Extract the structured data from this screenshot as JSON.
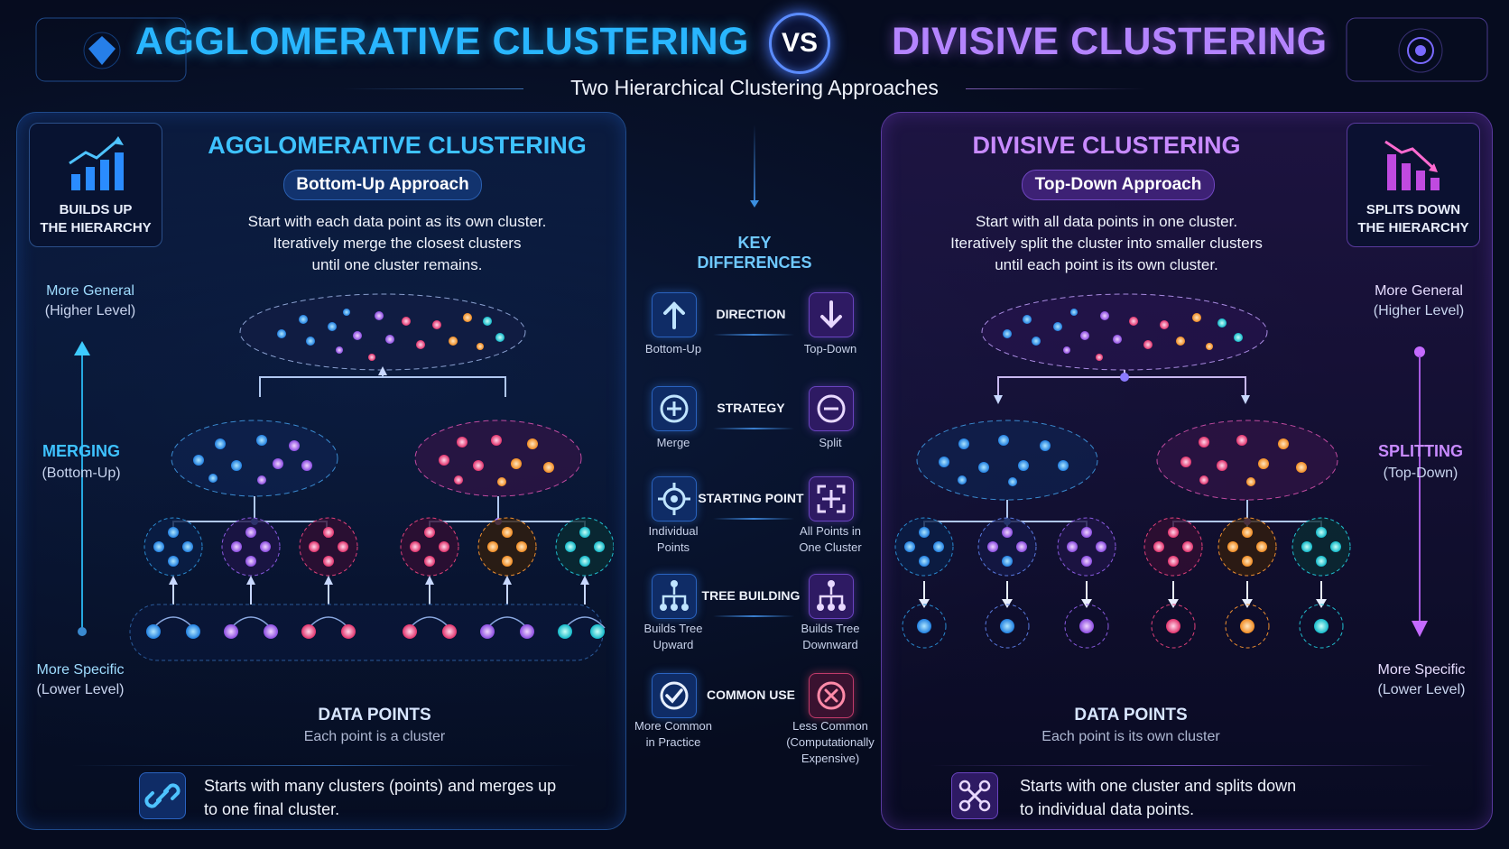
{
  "header": {
    "title_left": "AGGLOMERATIVE CLUSTERING",
    "vs": "VS",
    "title_right": "DIVISIVE CLUSTERING",
    "subtitle": "Two Hierarchical Clustering Approaches"
  },
  "left": {
    "badge_label_1": "BUILDS UP",
    "badge_label_2": "THE HIERARCHY",
    "title": "AGGLOMERATIVE CLUSTERING",
    "approach": "Bottom-Up Approach",
    "desc_1": "Start with each data point as its own cluster.",
    "desc_2": "Iteratively merge the closest clusters",
    "desc_3": "until one cluster remains.",
    "top_1": "More General",
    "top_2": "(Higher Level)",
    "mid_1": "MERGING",
    "mid_2": "(Bottom-Up)",
    "bot_1": "More Specific",
    "bot_2": "(Lower Level)",
    "dp_title": "DATA POINTS",
    "dp_sub": "Each point is a cluster",
    "summary_1": "Starts with many clusters (points) and merges up",
    "summary_2": "to one final cluster.",
    "accent": "#29b6ff"
  },
  "right": {
    "badge_label_1": "SPLITS DOWN",
    "badge_label_2": "THE HIERARCHY",
    "title": "DIVISIVE CLUSTERING",
    "approach": "Top-Down Approach",
    "desc_1": "Start with all data points in one cluster.",
    "desc_2": "Iteratively split the cluster into smaller clusters",
    "desc_3": "until each point is its own cluster.",
    "top_1": "More General",
    "top_2": "(Higher Level)",
    "mid_1": "SPLITTING",
    "mid_2": "(Top-Down)",
    "bot_1": "More Specific",
    "bot_2": "(Lower Level)",
    "dp_title": "DATA POINTS",
    "dp_sub": "Each point is its own cluster",
    "summary_1": "Starts with one cluster and splits down",
    "summary_2": "to individual data points.",
    "accent": "#b484ff"
  },
  "key": {
    "title_1": "KEY",
    "title_2": "DIFFERENCES",
    "rows": [
      {
        "label": "DIRECTION",
        "left": "Bottom-Up",
        "left_2": "",
        "right": "Top-Down",
        "right_2": "",
        "right_3": "",
        "left_icon": "arrow-up-icon",
        "right_icon": "arrow-down-icon"
      },
      {
        "label": "STRATEGY",
        "left": "Merge",
        "left_2": "",
        "right": "Split",
        "right_2": "",
        "right_3": "",
        "left_icon": "plus-circle-icon",
        "right_icon": "minus-circle-icon"
      },
      {
        "label": "STARTING POINT",
        "left": "Individual",
        "left_2": "Points",
        "right": "All Points in",
        "right_2": "One Cluster",
        "right_3": "",
        "left_icon": "target-icon",
        "right_icon": "expand-icon"
      },
      {
        "label": "TREE BUILDING",
        "left": "Builds Tree",
        "left_2": "Upward",
        "right": "Builds Tree",
        "right_2": "Downward",
        "right_3": "",
        "left_icon": "tree-up-icon",
        "right_icon": "tree-down-icon"
      },
      {
        "label": "COMMON USE",
        "left": "More Common",
        "left_2": "in Practice",
        "right": "Less Common",
        "right_2": "(Computationally",
        "right_3": "Expensive)",
        "left_icon": "check-circle-icon",
        "right_icon": "x-circle-icon"
      }
    ]
  }
}
